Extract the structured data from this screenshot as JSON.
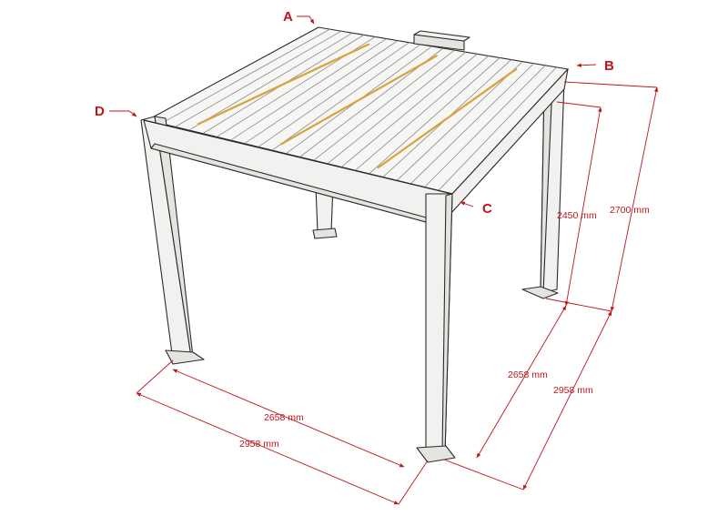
{
  "colors": {
    "annotation": "#c0141b",
    "frame_fill": "#f1f1ef",
    "frame_stroke": "#2b2b2b",
    "accent_slat": "#d9a23f",
    "roof_fill": "#f6f6f4"
  },
  "labels": {
    "corner_a": "A",
    "corner_b": "B",
    "corner_c": "C",
    "corner_d": "D"
  },
  "dimensions": {
    "front_inner": "2658 mm",
    "front_outer": "2958 mm",
    "side_inner": "2658 mm",
    "side_outer": "2958 mm",
    "clear_height": "2450 mm",
    "total_height": "2700 mm"
  }
}
